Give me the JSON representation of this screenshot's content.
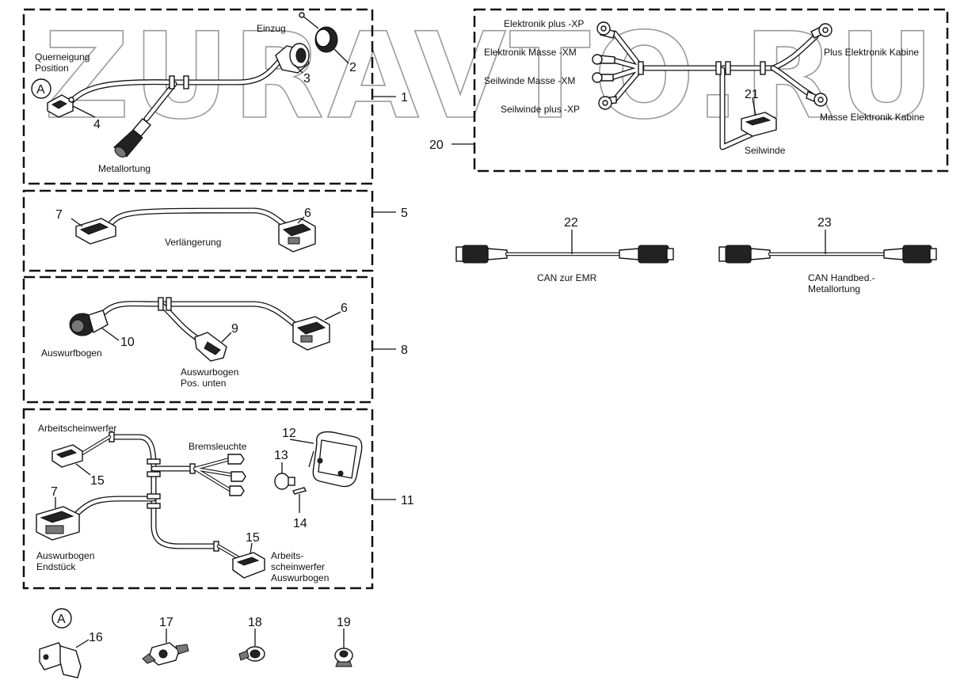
{
  "watermark": "ZURAVTO.RU",
  "labels": {
    "querneigung_1": "Querneigung",
    "querneigung_2": "Position",
    "einzug": "Einzug",
    "metallortung": "Metallortung",
    "verlaengerung": "Verlängerung",
    "auswurfbogen": "Auswurfbogen",
    "auswurfbogen_pos_1": "Auswurbogen",
    "auswurfbogen_pos_2": "Pos. unten",
    "arbeitsscheinwerfer": "Arbeitscheinwerfer",
    "bremsleuchte": "Bremsleuchte",
    "auswurfbogen_end_1": "Auswurbogen",
    "auswurfbogen_end_2": "Endstück",
    "arbeits_aw_1": "Arbeits-",
    "arbeits_aw_2": "scheinwerfer",
    "arbeits_aw_3": "Auswurbogen",
    "elektronik_plus": "Elektronik plus -XP",
    "elektronik_masse": "Elektronik Masse -XM",
    "seilwinde_masse": "Seilwinde Masse -XM",
    "seilwinde_plus": "Seilwinde plus -XP",
    "plus_elektronik_kabine": "Plus Elektronik Kabine",
    "masse_elektronik_kabine": "Masse Elektronik Kabine",
    "seilwinde": "Seilwinde",
    "can_emr": "CAN zur EMR",
    "can_handbed_1": "CAN Handbed.-",
    "can_handbed_2": "Metallortung"
  },
  "callouts": {
    "n1": "1",
    "n2": "2",
    "n3": "3",
    "n4": "4",
    "n5": "5",
    "n6a": "6",
    "n6b": "6",
    "n7a": "7",
    "n7b": "7",
    "n8": "8",
    "n9": "9",
    "n10": "10",
    "n11": "11",
    "n12": "12",
    "n13": "13",
    "n14": "14",
    "n15a": "15",
    "n15b": "15",
    "n16": "16",
    "n17": "17",
    "n18": "18",
    "n19": "19",
    "n20": "20",
    "n21": "21",
    "n22": "22",
    "n23": "23"
  },
  "detail_markers": {
    "a_top": "A",
    "a_bottom": "A"
  }
}
